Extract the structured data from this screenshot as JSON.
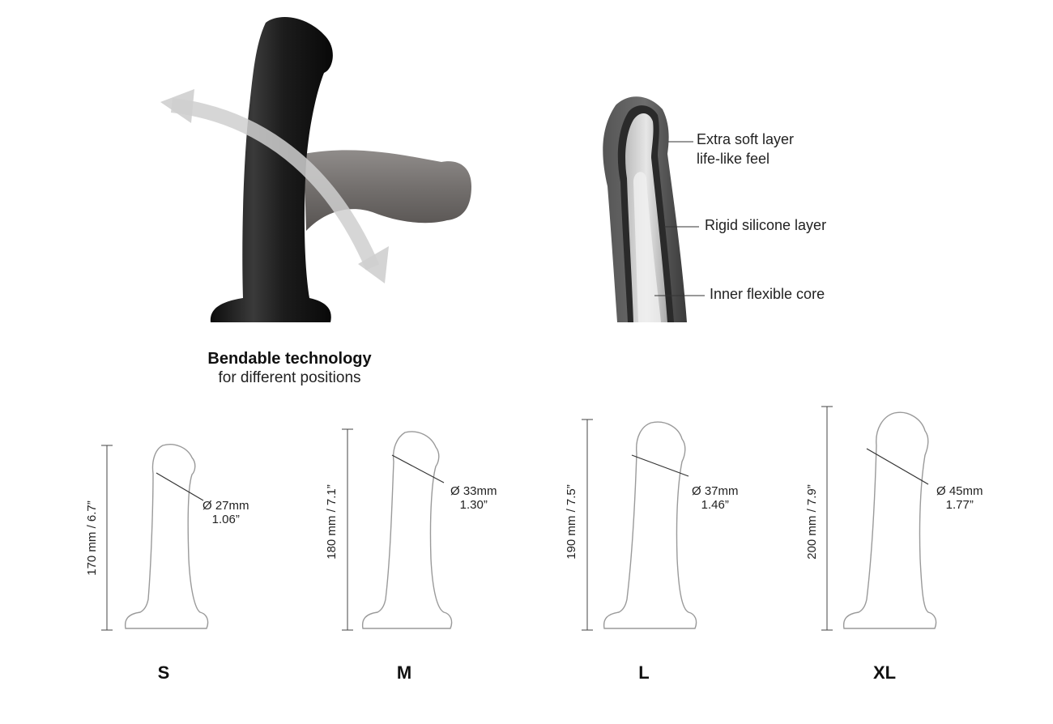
{
  "bendable": {
    "title": "Bendable technology",
    "subtitle": "for different positions"
  },
  "layers": [
    {
      "line1": "Extra soft layer",
      "line2": "life-like feel"
    },
    {
      "line1": "Rigid silicone layer",
      "line2": ""
    },
    {
      "line1": "Inner flexible core",
      "line2": ""
    }
  ],
  "sizes": [
    {
      "name": "S",
      "height": "170 mm / 6.7”",
      "diam_mm": "Ø 27mm",
      "diam_in": "1.06”"
    },
    {
      "name": "M",
      "height": "180 mm / 7.1”",
      "diam_mm": "Ø 33mm",
      "diam_in": "1.30”"
    },
    {
      "name": "L",
      "height": "190 mm / 7.5”",
      "diam_mm": "Ø 37mm",
      "diam_in": "1.46”"
    },
    {
      "name": "XL",
      "height": "200 mm / 7.9”",
      "diam_mm": "Ø 45mm",
      "diam_in": "1.77”"
    }
  ],
  "colors": {
    "product_black": "#1a1a1a",
    "product_grey": "#6e6a68",
    "arrow": "#c9c9c9",
    "outline": "#9a9a9a"
  }
}
